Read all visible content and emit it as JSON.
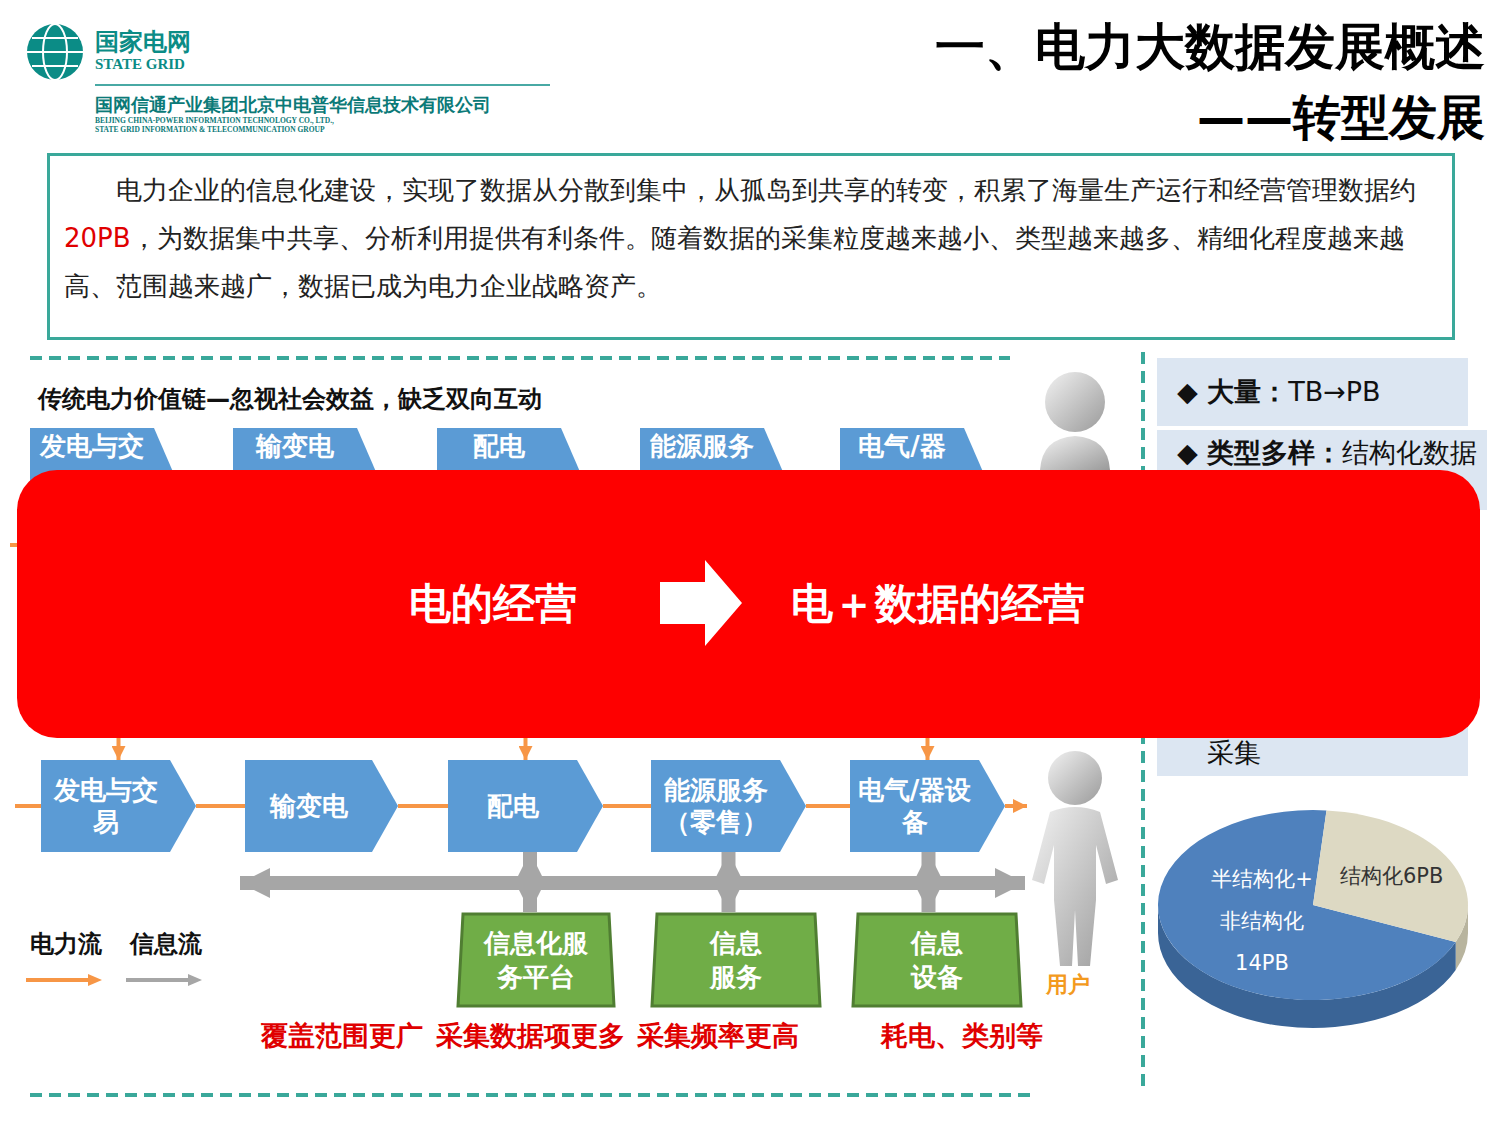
{
  "diagram": {
    "title": "一、电力大数据发展概述",
    "nodes": [
      {
        "text": [
          "电力企业的信息化建设，实现了数据从分散到集中，从孤岛到共享的转变，积累了海量生产运行和经营管理数据约",
          "20PB",
          "，为数据集中共享、分析利用提供有利条件。随着数据的采集粒度越来越小、类型越来越多、精细化程度越来越高、范围越来越广，数据已成为电力企业战略资产。"
        ]
      },
      {
        "text": [
          "发电与交"
        ]
      },
      {
        "text": [
          "输变电"
        ]
      },
      {
        "text": [
          "配电"
        ]
      },
      {
        "text": [
          "能源服务"
        ]
      },
      {
        "text": [
          "电气/器"
        ]
      },
      {
        "text": [
          "电的经营",
          "电＋数据的经营"
        ]
      },
      {
        "text": [
          "发电与交易"
        ]
      },
      {
        "text": [
          "输变电"
        ]
      },
      {
        "text": [
          "配电"
        ]
      },
      {
        "text": [
          "能源服务（零售）"
        ]
      },
      {
        "text": [
          "电气/器设备"
        ]
      },
      {
        "text": [
          "信息化服务平台"
        ]
      },
      {
        "text": [
          "信息服务"
        ]
      },
      {
        "text": [
          "信息设备"
        ]
      },
      {
        "text": [
          "◆ 大量：",
          "TB→PB"
        ]
      },
      {
        "text": [
          "◆ 类型多样：",
          "结构化数据"
        ]
      },
      {
        "text": [
          "采集"
        ]
      }
    ],
    "edges": [
      {
        "from": 7,
        "to": 8,
        "arrow": "none"
      },
      {
        "from": 8,
        "to": 9,
        "arrow": "none"
      },
      {
        "from": 9,
        "to": 10,
        "arrow": "none"
      },
      {
        "from": 10,
        "to": 11,
        "arrow": "none"
      },
      {
        "from": 6,
        "to": 7,
        "arrow": "to"
      },
      {
        "from": 6,
        "to": 9,
        "arrow": "to"
      },
      {
        "from": 6,
        "to": 11,
        "arrow": "to"
      },
      {
        "from": 9,
        "to": 12,
        "arrow": "both"
      },
      {
        "from": 10,
        "to": 13,
        "arrow": "both"
      },
      {
        "from": 11,
        "to": 14,
        "arrow": "both"
      }
    ],
    "labels": [
      "国家电网",
      "STATE GRID",
      "国网信通产业集团北京中电普华信息技术有限公司",
      "BEIJING CHINA-POWER INFORMATION TECHNOLOGY CO., LTD.,",
      "STATE GRID INFORMATION & TELECOMMUNICATION GROUP",
      "——转型发展",
      "传统电力价值链—忽视社会效益，缺乏双向互动",
      "覆盖范围更广",
      "采集数据项更多",
      "采集频率更高",
      "耗电、类别等",
      "用户",
      "半结构化+ 非结构化 14PB",
      "结构化6PB"
    ],
    "legend": [
      {
        "text": "电力流"
      },
      {
        "text": "信息流"
      }
    ]
  }
}
